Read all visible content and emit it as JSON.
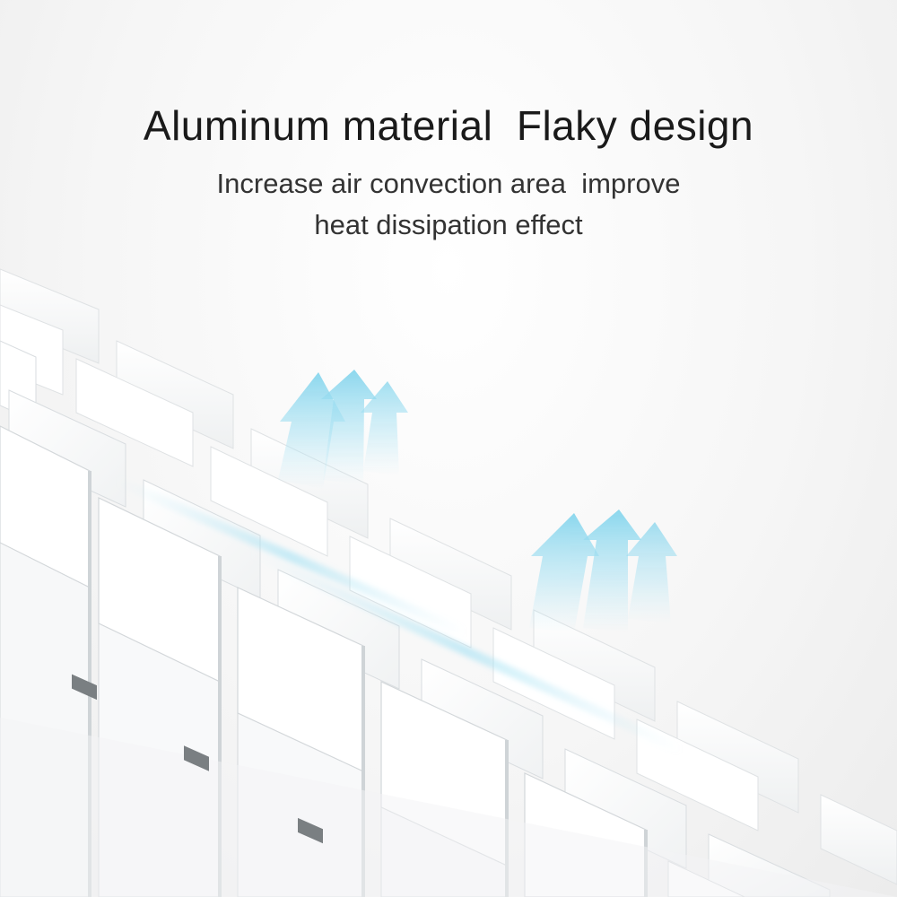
{
  "heading": {
    "title": "Aluminum material  Flaky design",
    "subtitle_line1": "Increase air convection area  improve",
    "subtitle_line2": "heat dissipation effect"
  },
  "colors": {
    "background": "#f4f4f4",
    "fin_face": "#ffffff",
    "fin_shadow": "#d9dde0",
    "airflow_arrow": "#8fd8ee",
    "airflow_glow": "#bfe9f6"
  },
  "icons": [
    "airflow-arrow-icon"
  ]
}
